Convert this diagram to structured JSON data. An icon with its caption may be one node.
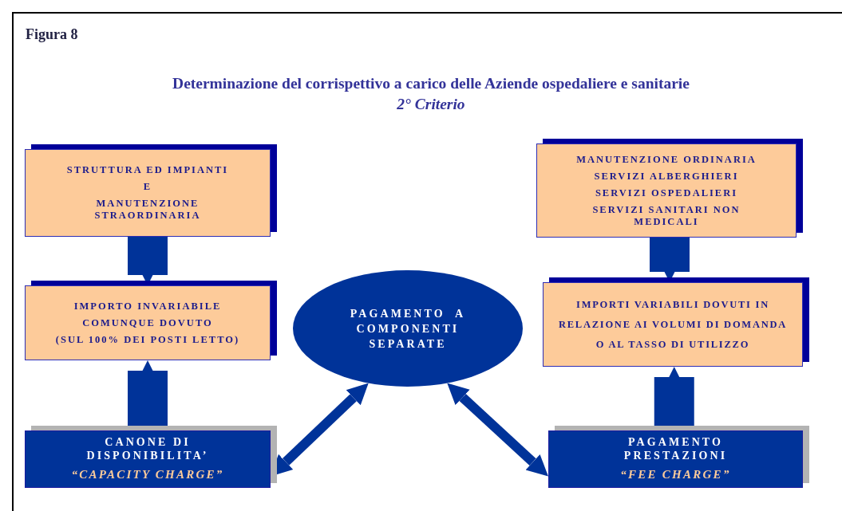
{
  "diagram": {
    "title": "Determinazione del corrispettivo a carico delle Aziende ospedaliere e sanitarie",
    "nodes": [
      {
        "text": [
          "STRUTTURA ED IMPIANTI",
          "E",
          "MANUTENZIONE STRAORDINARIA"
        ]
      },
      {
        "text": [
          "IMPORTO INVARIABILE",
          "COMUNQUE DOVUTO",
          "(SUL 100% DEI POSTI LETTO)"
        ]
      },
      {
        "text": [
          "CANONE DI DISPONIBILITA’",
          "“CAPACITY CHARGE”"
        ]
      },
      {
        "text": [
          "PAGAMENTO  A COMPONENTI SEPARATE"
        ]
      },
      {
        "text": [
          "MANUTENZIONE ORDINARIA",
          "SERVIZI ALBERGHIERI",
          "SERVIZI OSPEDALIERI",
          "SERVIZI SANITARI NON MEDICALI"
        ]
      },
      {
        "text": [
          "IMPORTI VARIABILI DOVUTI IN RELAZIONE AI VOLUMI DI DOMANDA O AL TASSO DI UTILIZZO"
        ]
      },
      {
        "text": [
          "PAGAMENTO PRESTAZIONI",
          "“FEE CHARGE”"
        ]
      }
    ],
    "edges": [
      {
        "from": 0,
        "to": 1,
        "arrow": "to"
      },
      {
        "from": 2,
        "to": 1,
        "arrow": "to"
      },
      {
        "from": 4,
        "to": 5,
        "arrow": "to"
      },
      {
        "from": 6,
        "to": 5,
        "arrow": "to"
      },
      {
        "from": 3,
        "to": 2,
        "arrow": "both"
      },
      {
        "from": 3,
        "to": 6,
        "arrow": "both"
      }
    ],
    "labels": [
      "Figura 8",
      "2° Criterio"
    ]
  }
}
